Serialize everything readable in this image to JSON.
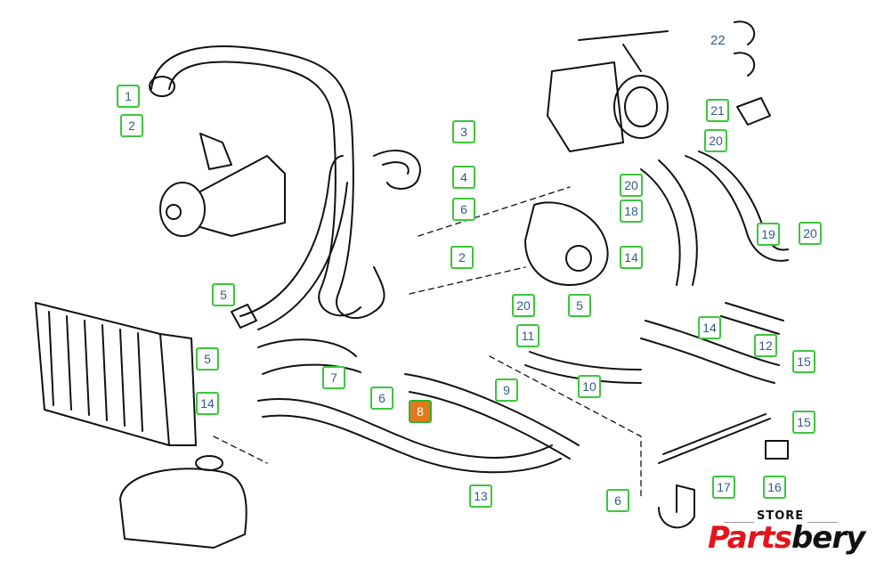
{
  "callouts": {
    "c1": "1",
    "c2a": "2",
    "c3": "3",
    "c4": "4",
    "c6a": "6",
    "c2b": "2",
    "c5a": "5",
    "c5b": "5",
    "c14a": "14",
    "c7": "7",
    "c6b": "6",
    "c8": "8",
    "c9": "9",
    "c10": "10",
    "c11": "11",
    "c20a": "20",
    "c5c": "5",
    "c14b": "14",
    "c13": "13",
    "c6c": "6",
    "c17": "17",
    "c16": "16",
    "c14c": "14",
    "c12": "12",
    "c15a": "15",
    "c15b": "15",
    "c19": "19",
    "c20b": "20",
    "c18": "18",
    "c20c": "20",
    "c20d": "20",
    "c21": "21",
    "c22": "22"
  },
  "highlighted_part": "8",
  "colors": {
    "callout_border": "#3cc63c",
    "callout_text": "#2f5d8a",
    "highlight": "#e07a1c",
    "brand_red": "#e3141c"
  },
  "logo": {
    "store": "STORE",
    "brand_part1": "Parts",
    "brand_part2": "bery"
  }
}
